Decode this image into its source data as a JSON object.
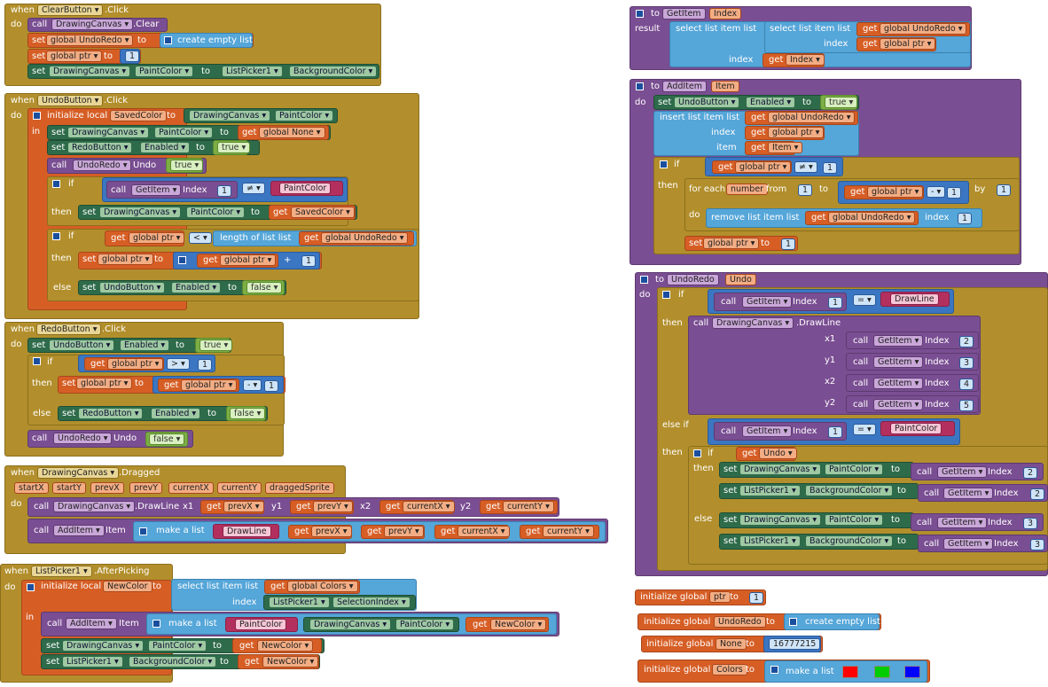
{
  "clear_button": {
    "when": "when",
    "event_target": "ClearButton",
    "event": ".Click",
    "do": "do",
    "call": "call",
    "canvas": "DrawingCanvas",
    "clear": ".Clear",
    "set1": "set",
    "undoredo": "global UndoRedo",
    "to": "to",
    "create_empty_list": "create empty list",
    "set2": "set",
    "ptr": "global ptr",
    "num1": "1",
    "set3": "set",
    "canvas2": "DrawingCanvas",
    "paintcolor": "PaintColor",
    "listpicker": "ListPicker1",
    "bgcolor": "BackgroundColor"
  },
  "undo_button": {
    "when": "when",
    "event_target": "UndoButton",
    "event": ".Click",
    "do": "do",
    "init_local": "initialize local",
    "savedcolor": "SavedColor",
    "to": "to",
    "canvas": "DrawingCanvas",
    "paintcolor": "PaintColor",
    "in": "in",
    "set": "set",
    "get": "get",
    "global_none": "global None",
    "redobutton": "RedoButton",
    "enabled": "Enabled",
    "true": "true",
    "call": "call",
    "undoredo": "UndoRedo",
    "undo": "Undo",
    "if": "if",
    "getitem": "GetItem",
    "index": "Index",
    "num1": "1",
    "neq": "≠",
    "paintcolor_text": "PaintColor",
    "then": "then",
    "savedcolor_get": "SavedColor",
    "global_ptr": "global ptr",
    "lt": "<",
    "length_of_list": "length of list  list",
    "global_undoredo": "global UndoRedo",
    "plus": "+",
    "else": "else",
    "undobutton": "UndoButton",
    "false": "false"
  },
  "redo_button": {
    "when": "when",
    "event_target": "RedoButton",
    "event": ".Click",
    "do": "do",
    "set": "set",
    "undobutton": "UndoButton",
    "enabled": "Enabled",
    "to": "to",
    "true": "true",
    "if": "if",
    "get": "get",
    "global_ptr": "global ptr",
    "gt": ">",
    "num1": "1",
    "then": "then",
    "minus": "-",
    "else": "else",
    "redobutton": "RedoButton",
    "false": "false",
    "call": "call",
    "undoredo": "UndoRedo",
    "undo": "Undo"
  },
  "dragged": {
    "when": "when",
    "event_target": "DrawingCanvas",
    "event": ".Dragged",
    "params": [
      "startX",
      "startY",
      "prevX",
      "prevY",
      "currentX",
      "currentY",
      "draggedSprite"
    ],
    "do": "do",
    "call": "call",
    "canvas": "DrawingCanvas",
    "drawline": ".DrawLine",
    "x1": "x1",
    "y1": "y1",
    "x2": "x2",
    "y2": "y2",
    "get": "get",
    "prevx": "prevX",
    "prevy": "prevY",
    "currentx": "currentX",
    "currenty": "currentY",
    "additem": "AddItem",
    "item": "Item",
    "make_a_list": "make a list",
    "drawline_text": "DrawLine"
  },
  "afterpicking": {
    "when": "when",
    "event_target": "ListPicker1",
    "event": ".AfterPicking",
    "do": "do",
    "init_local": "initialize local",
    "newcolor": "NewColor",
    "to": "to",
    "select_list_item": "select list item  list",
    "get": "get",
    "global_colors": "global Colors",
    "index": "index",
    "listpicker": "ListPicker1",
    "selectionindex": "SelectionIndex",
    "in": "in",
    "call": "call",
    "additem": "AddItem",
    "item": "Item",
    "make_a_list": "make a list",
    "paintcolor_text": "PaintColor",
    "canvas": "DrawingCanvas",
    "paintcolor": "PaintColor",
    "set": "set",
    "bgcolor": "BackgroundColor"
  },
  "getitem_proc": {
    "to": "to",
    "name": "GetItem",
    "param": "Index",
    "result": "result",
    "select_list_item": "select list item  list",
    "select_list_item2": "select list item  list",
    "get": "get",
    "global_undoredo": "global UndoRedo",
    "index": "index",
    "global_ptr": "global ptr",
    "index_get": "Index"
  },
  "additem_proc": {
    "to": "to",
    "name": "AddItem",
    "param": "Item",
    "do": "do",
    "set": "set",
    "undobutton": "UndoButton",
    "enabled": "Enabled",
    "true": "true",
    "insert_list_item": "insert list item  list",
    "get": "get",
    "global_undoredo": "global UndoRedo",
    "index": "index",
    "global_ptr": "global ptr",
    "item": "item",
    "item_get": "Item",
    "if": "if",
    "neq": "≠",
    "num1": "1",
    "then": "then",
    "for_each": "for each",
    "number": "number",
    "from": "from",
    "to_kw": "to",
    "minus": "-",
    "by": "by",
    "remove_list_item": "remove list item  list",
    "index_kw": "index"
  },
  "undoredo_proc": {
    "to": "to",
    "name": "UndoRedo",
    "param": "Undo",
    "do": "do",
    "if": "if",
    "call": "call",
    "getitem": "GetItem",
    "index": "Index",
    "eq": "=",
    "drawline_text": "DrawLine",
    "then": "then",
    "canvas": "DrawingCanvas",
    "drawline": ".DrawLine",
    "x1": "x1",
    "y1": "y1",
    "x2": "x2",
    "y2": "y2",
    "n2": "2",
    "n3": "3",
    "n4": "4",
    "n5": "5",
    "n1": "1",
    "else_if": "else if",
    "paintcolor_text": "PaintColor",
    "get": "get",
    "undo_get": "Undo",
    "set": "set",
    "paintcolor": "PaintColor",
    "listpicker": "ListPicker1",
    "bgcolor": "BackgroundColor",
    "else": "else"
  },
  "globals": {
    "init_global": "initialize global",
    "to": "to",
    "ptr": "ptr",
    "ptr_val": "1",
    "undoredo": "UndoRedo",
    "create_empty_list": "create empty list",
    "none": "None",
    "none_val": "16777215",
    "colors": "Colors",
    "make_a_list": "make a list",
    "swatches": [
      "#ff0000",
      "#00cc00",
      "#0000ff"
    ]
  }
}
